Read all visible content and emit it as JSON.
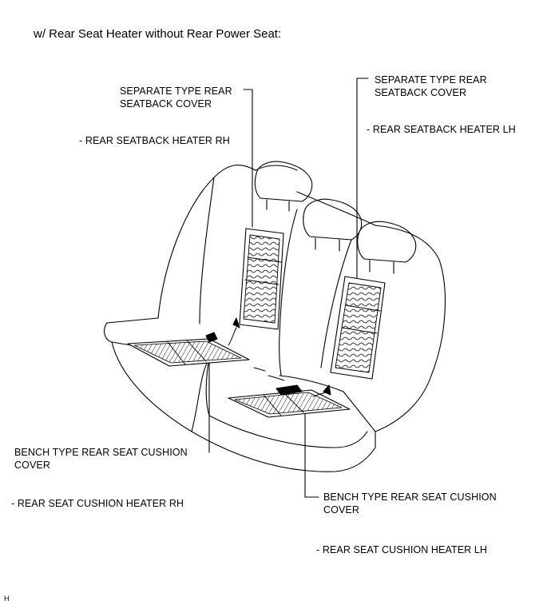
{
  "title": "w/ Rear Seat Heater without Rear Power Seat:",
  "labels": {
    "seatback_cover_rh_1": "SEPARATE TYPE REAR",
    "seatback_cover_rh_2": "SEATBACK COVER",
    "seatback_heater_rh": "- REAR SEATBACK HEATER RH",
    "seatback_cover_lh_1": "SEPARATE TYPE REAR",
    "seatback_cover_lh_2": "SEATBACK COVER",
    "seatback_heater_lh": "- REAR SEATBACK HEATER LH",
    "cushion_cover_rh_1": "BENCH TYPE REAR SEAT CUSHION",
    "cushion_cover_rh_2": "COVER",
    "cushion_heater_rh": "- REAR SEAT CUSHION HEATER RH",
    "cushion_cover_lh_1": "BENCH TYPE REAR SEAT CUSHION",
    "cushion_cover_lh_2": "COVER",
    "cushion_heater_lh": "- REAR SEAT CUSHION HEATER LH"
  },
  "figure_code": "H"
}
